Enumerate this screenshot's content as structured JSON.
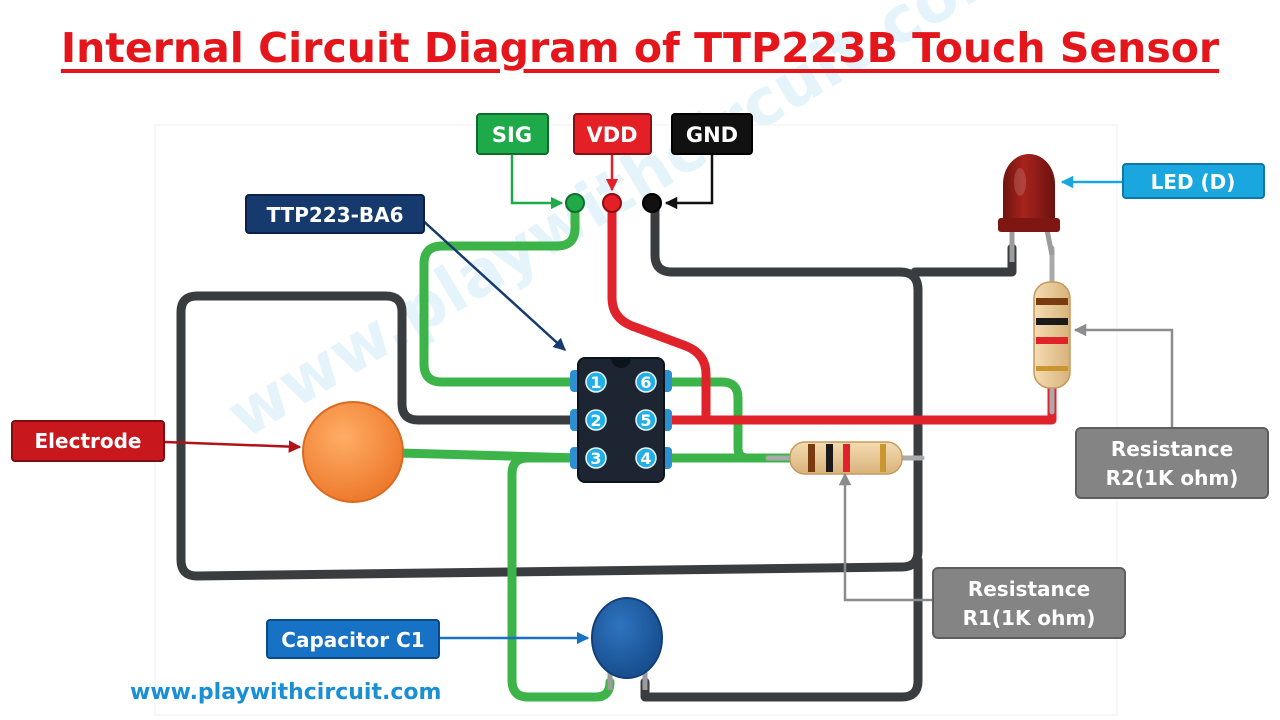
{
  "title": "Internal Circuit Diagram of TTP223B Touch Sensor",
  "watermark": "www.playwithcircuit.com",
  "website": "www.playwithcircuit.com",
  "pins": {
    "sig": "SIG",
    "vdd": "VDD",
    "gnd": "GND"
  },
  "labels": {
    "ic": "TTP223-BA6",
    "electrode": "Electrode",
    "capacitor": "Capacitor C1",
    "led": "LED (D)",
    "r1_line1": "Resistance",
    "r1_line2": "R1(1K ohm)",
    "r2_line1": "Resistance",
    "r2_line2": "R2(1K ohm)"
  },
  "ic_pins": [
    "1",
    "2",
    "3",
    "4",
    "5",
    "6"
  ],
  "colors": {
    "title": "#e4161b",
    "sig": "#1faa4a",
    "vdd": "#e41f26",
    "gnd": "#111111",
    "green_wire": "#3cb449",
    "red_wire": "#e0222a",
    "dark_wire": "#3a3d40",
    "ic_body": "#1c2531",
    "ic_pin": "#22aee6",
    "electrode": "#f7873a",
    "capacitor": "#1e5ba3",
    "led": "#8e1a16",
    "navy_label": "#163a6e",
    "blue_label": "#1771c4",
    "cyan_label": "#1aa7df",
    "gray_label": "#848484",
    "website": "#1a8fd6"
  }
}
